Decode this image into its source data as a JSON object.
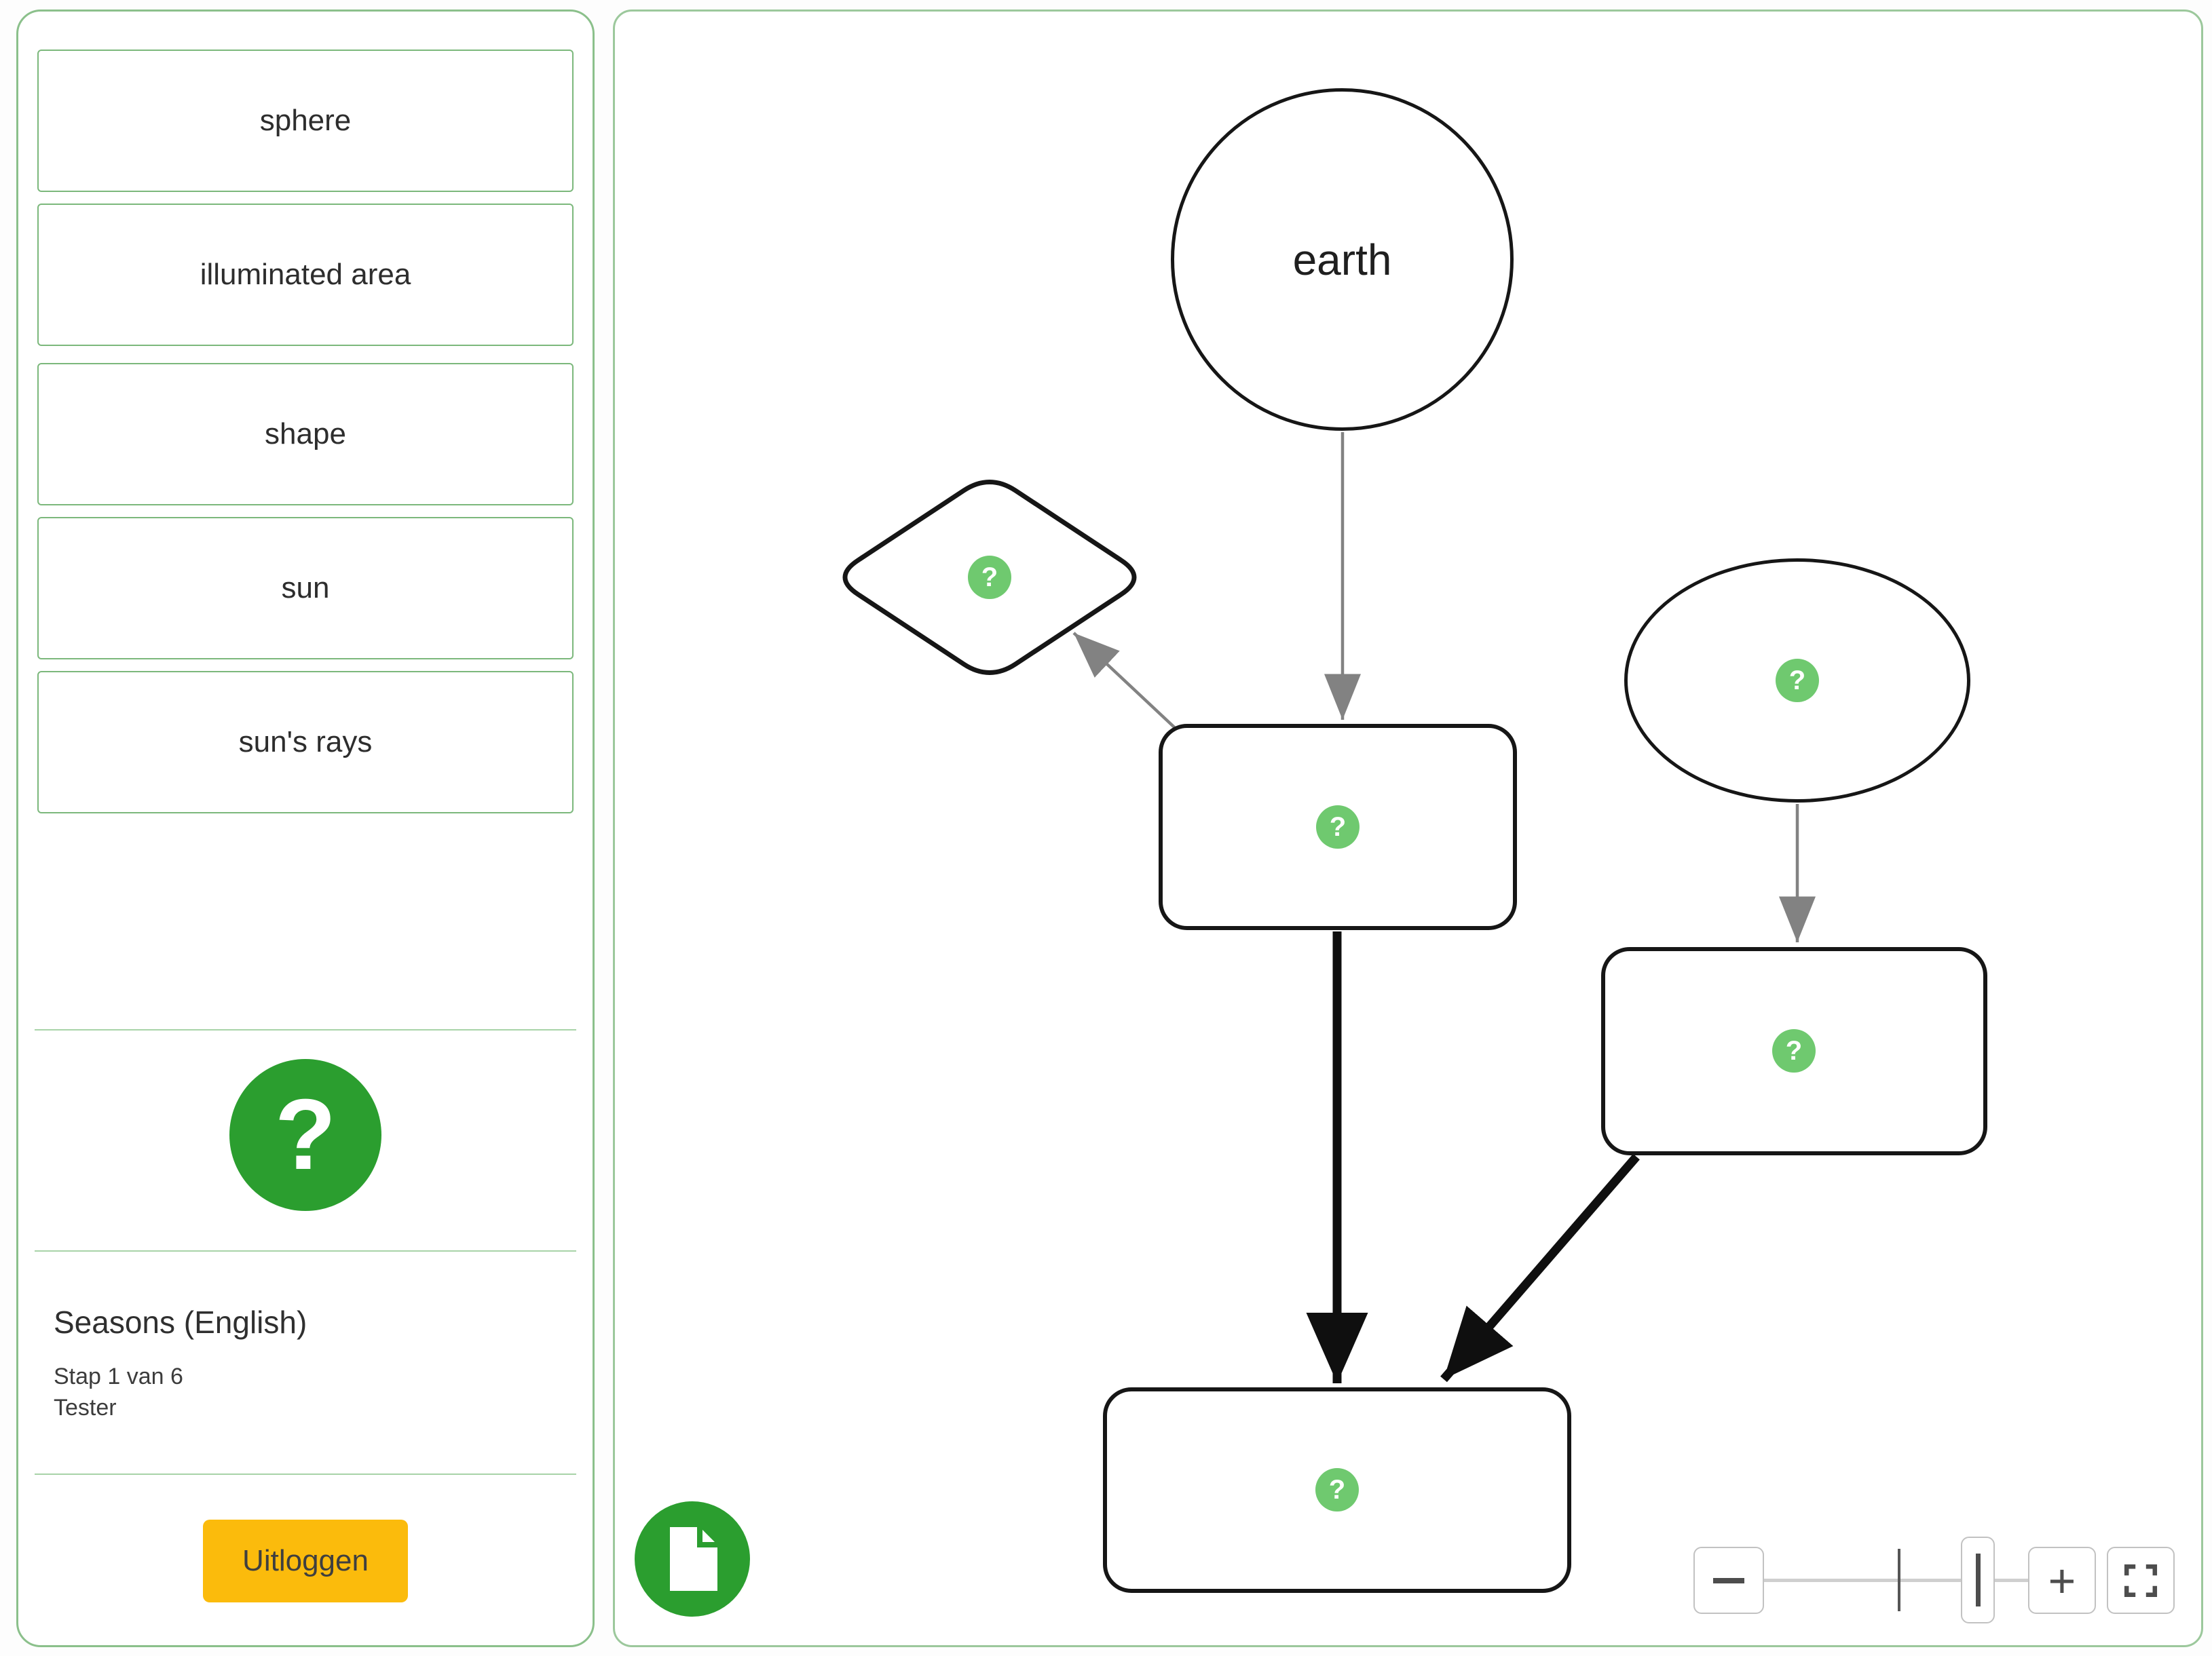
{
  "colors": {
    "strong_green": "#2b9e2f",
    "badge_green": "#6fc96f",
    "panel_border_green": "#8bc08b",
    "logout_amber": "#fbbb0c",
    "edge_gray": "#828282",
    "edge_black": "#0f0f0f"
  },
  "sidebar": {
    "words": [
      "sphere",
      "illuminated area",
      "shape",
      "sun",
      "sun's rays"
    ],
    "help_icon": "?",
    "project_title": "Seasons (English)",
    "step_label": "Stap 1 van 6",
    "user_name": "Tester",
    "logout_label": "Uitloggen"
  },
  "canvas": {
    "earth_label": "earth",
    "placeholder_badge": "?"
  },
  "zoom_controls": {
    "zoom_out_label": "−",
    "zoom_in_label": "+"
  }
}
